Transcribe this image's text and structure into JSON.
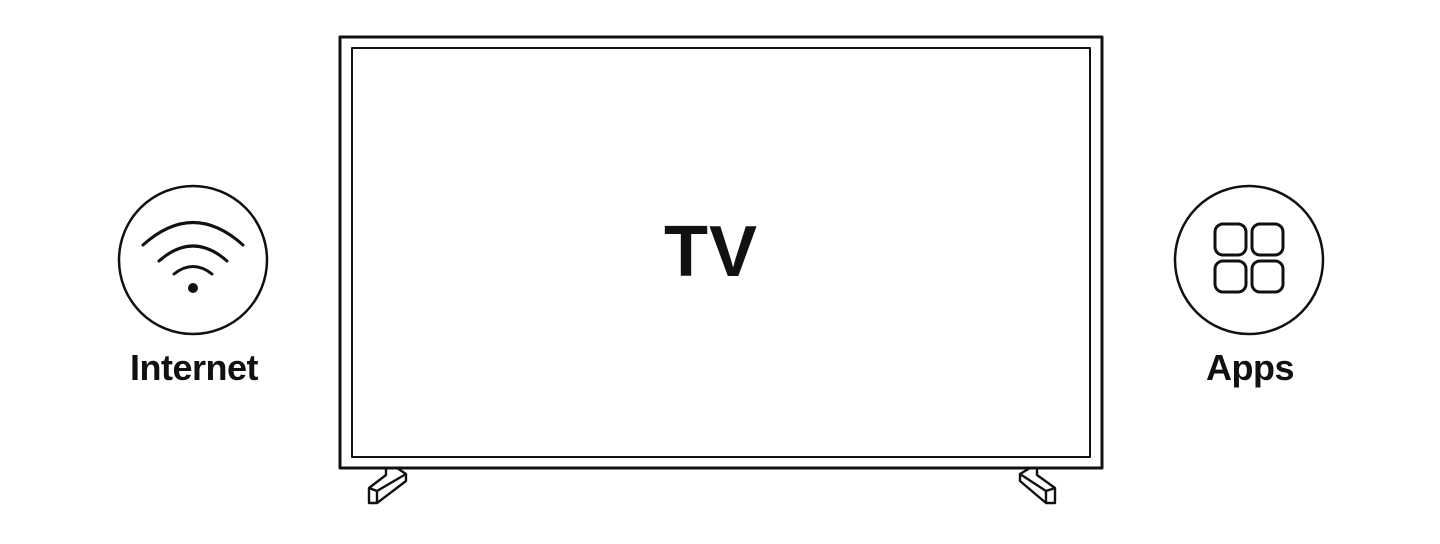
{
  "tv": {
    "label": "TV"
  },
  "internet": {
    "label": "Internet",
    "icon": "wifi-icon"
  },
  "apps": {
    "label": "Apps",
    "icon": "apps-grid-icon"
  },
  "colors": {
    "stroke": "#111111",
    "background": "#ffffff"
  }
}
